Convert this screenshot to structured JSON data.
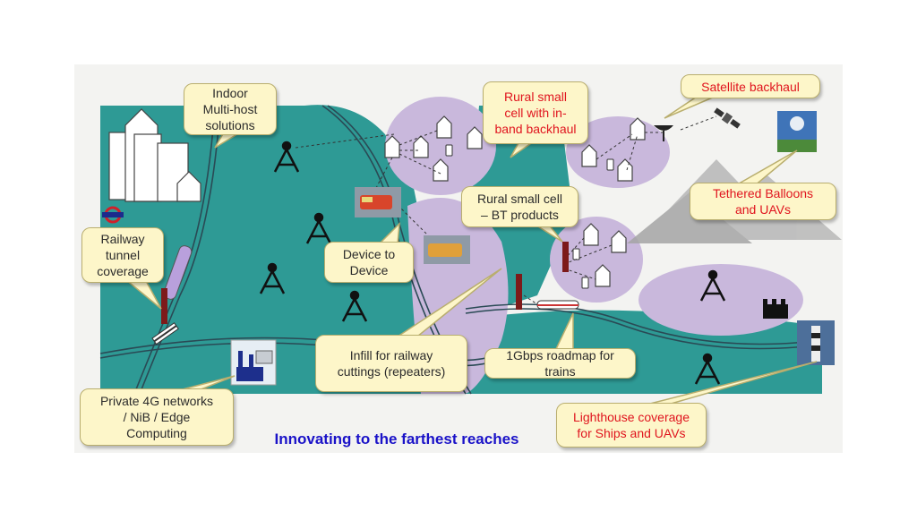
{
  "labels": {
    "indoor": "Indoor\nMulti-host\nsolutions",
    "rural_inband": "Rural small\ncell with in-\nband backhaul",
    "satellite": "Satellite backhaul",
    "tethered": "Tethered Balloons\nand UAVs",
    "rural_bt": "Rural small cell\n– BT products",
    "railway_tunnel": "Railway\ntunnel\ncoverage",
    "device": "Device to\nDevice",
    "infill": "Infill for railway\ncuttings (repeaters)",
    "gbps": "1Gbps roadmap for\ntrains",
    "private4g": "Private 4G networks\n/ NiB / Edge\nComputing",
    "lighthouse": "Lighthouse coverage\nfor Ships and UAVs"
  },
  "caption": "Innovating to the farthest reaches",
  "colors": {
    "teal": "#2e9a95",
    "lavender": "#c9b8dc",
    "background": "#f3f3f1",
    "callout_fill": "#fdf6c9",
    "highlight_text": "#e0141e",
    "caption_text": "#1a12c8"
  }
}
